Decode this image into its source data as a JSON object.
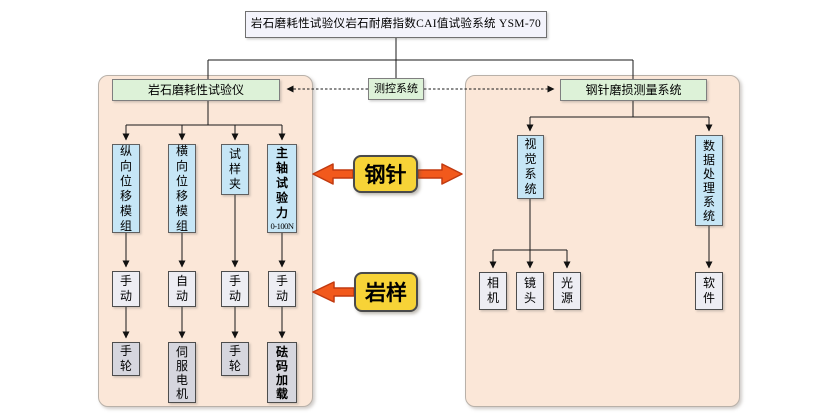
{
  "title": "岩石磨耗性试验仪岩石耐磨指数CAI值试验系统 YSM-70",
  "control_system": {
    "label": "测控系统"
  },
  "middle_links": {
    "steel_pin": "钢针",
    "rock_sample": "岩样"
  },
  "left_panel": {
    "header": "岩石磨耗性试验仪",
    "columns": [
      {
        "module": "纵向位移模组",
        "mode": "手动",
        "actuator": "手轮"
      },
      {
        "module": "横向位移模组",
        "mode": "自动",
        "actuator": "伺服电机"
      },
      {
        "module": "试样夹",
        "mode": "手动",
        "actuator": "手轮"
      },
      {
        "module": "主轴试验力",
        "module_range": "0-100N",
        "mode": "手动",
        "actuator": "砝码加载"
      }
    ]
  },
  "right_panel": {
    "header": "钢针磨损测量系统",
    "branches": [
      {
        "label": "视觉系统",
        "children": [
          "相机",
          "镜头",
          "光源"
        ]
      },
      {
        "label": "数据处理系统",
        "children": [
          "软件"
        ]
      }
    ]
  },
  "colors": {
    "panel_bg": "#FBE7D8",
    "header_bg": "#DDF2D8",
    "module_bg": "#C6E6F6",
    "mode_bg": "#EDEDF3",
    "actuator_bg": "#D6D6DE",
    "label_bg": "#F7D337",
    "arrow_fill": "#F2591C",
    "arrow_stroke": "#C13A10"
  }
}
